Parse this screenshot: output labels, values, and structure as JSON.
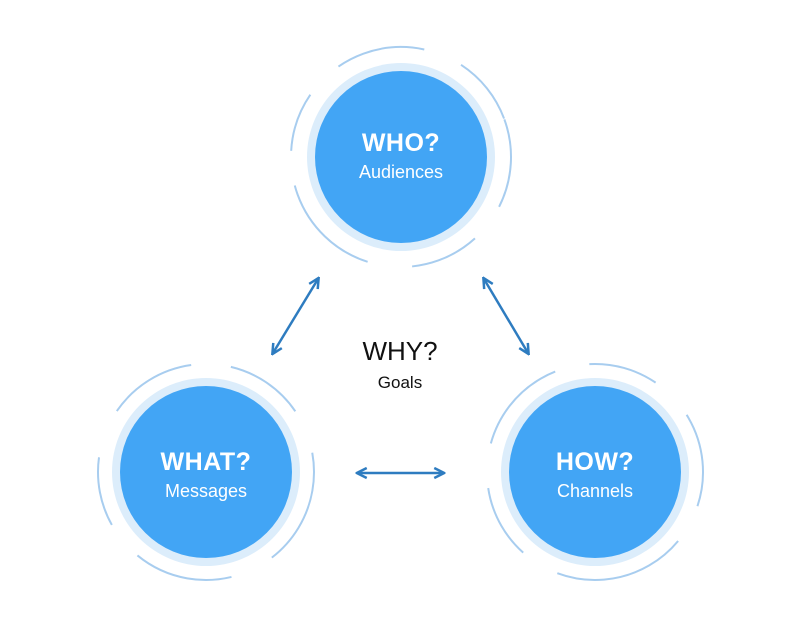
{
  "nodes": [
    {
      "title": "WHO?",
      "subtitle": "Audiences"
    },
    {
      "title": "WHAT?",
      "subtitle": "Messages"
    },
    {
      "title": "HOW?",
      "subtitle": "Channels"
    }
  ],
  "center": {
    "title": "WHY?",
    "subtitle": "Goals"
  },
  "colors": {
    "circle": "#42a5f5",
    "ring": "#dcedfb",
    "arc": "#a8cdef",
    "arrow": "#2e7cc0"
  }
}
